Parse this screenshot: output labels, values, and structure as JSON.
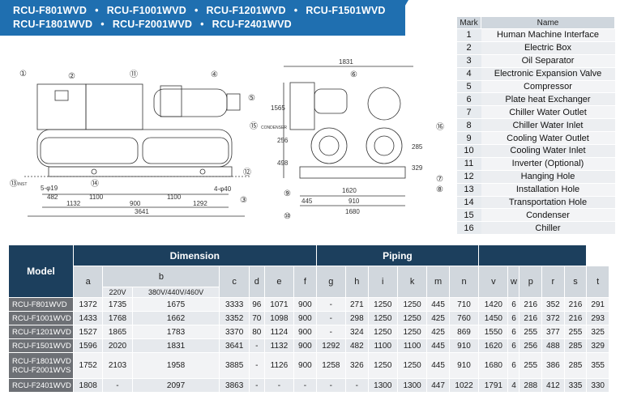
{
  "banner": {
    "line1": [
      "RCU-F801WVD",
      "RCU-F1001WVD",
      "RCU-F1201WVD",
      "RCU-F1501WVD"
    ],
    "line2": [
      "RCU-F1801WVD",
      "RCU-F2001WVD",
      "RCU-F2401WVD"
    ],
    "separator": "•"
  },
  "drawing": {
    "front_dims": [
      "5-φ19",
      "482",
      "1100",
      "1100",
      "4-φ40",
      "1132",
      "900",
      "1292",
      "3641"
    ],
    "front_labels": [
      "①",
      "②",
      "⑪",
      "④",
      "⑤",
      "⑬",
      "⑭",
      "⑫",
      "③"
    ],
    "inst_label": "INST",
    "side_dims": [
      "1831",
      "1620",
      "445",
      "910",
      "1680",
      "1565",
      "256",
      "498",
      "285",
      "329"
    ],
    "side_labels": [
      "⑥",
      "⑮",
      "⑯",
      "⑨",
      "⑩",
      "⑦",
      "⑧"
    ],
    "condenser_label": "CONDENSER"
  },
  "legend": {
    "headers": [
      "Mark",
      "Name"
    ],
    "rows": [
      [
        "1",
        "Human Machine Interface"
      ],
      [
        "2",
        "Electric Box"
      ],
      [
        "3",
        "Oil Separator"
      ],
      [
        "4",
        "Electronic Expansion Valve"
      ],
      [
        "5",
        "Compressor"
      ],
      [
        "6",
        "Plate heat Exchanger"
      ],
      [
        "7",
        "Chiller Water Outlet"
      ],
      [
        "8",
        "Chiller Water Inlet"
      ],
      [
        "9",
        "Cooling Water Outlet"
      ],
      [
        "10",
        "Cooling Water Inlet"
      ],
      [
        "11",
        "Inverter (Optional)"
      ],
      [
        "12",
        "Hanging Hole"
      ],
      [
        "13",
        "Installation Hole"
      ],
      [
        "14",
        "Transportation Hole"
      ],
      [
        "15",
        "Condenser"
      ],
      [
        "16",
        "Chiller"
      ]
    ]
  },
  "spec": {
    "model_header": "Model",
    "dimension_header": "Dimension",
    "piping_header": "Piping",
    "cols": [
      "a",
      "b",
      "c",
      "d",
      "e",
      "f",
      "g",
      "h",
      "i",
      "k",
      "m",
      "n",
      "v",
      "w",
      "p",
      "r",
      "s",
      "t"
    ],
    "b_sub": [
      "220V",
      "380V/440V/460V"
    ],
    "rows": [
      {
        "model": "RCU-F801WVD",
        "v": [
          "1372",
          "1735",
          "1675",
          "3333",
          "96",
          "1071",
          "900",
          "-",
          "271",
          "1250",
          "1250",
          "445",
          "710",
          "1420",
          "6",
          "216",
          "352",
          "216",
          "291"
        ]
      },
      {
        "model": "RCU-F1001WVD",
        "v": [
          "1433",
          "1768",
          "1662",
          "3352",
          "70",
          "1098",
          "900",
          "-",
          "298",
          "1250",
          "1250",
          "425",
          "760",
          "1450",
          "6",
          "216",
          "372",
          "216",
          "293"
        ]
      },
      {
        "model": "RCU-F1201WVD",
        "v": [
          "1527",
          "1865",
          "1783",
          "3370",
          "80",
          "1124",
          "900",
          "-",
          "324",
          "1250",
          "1250",
          "425",
          "869",
          "1550",
          "6",
          "255",
          "377",
          "255",
          "325"
        ]
      },
      {
        "model": "RCU-F1501WVD",
        "v": [
          "1596",
          "2020",
          "1831",
          "3641",
          "-",
          "1132",
          "900",
          "1292",
          "482",
          "1100",
          "1100",
          "445",
          "910",
          "1620",
          "6",
          "256",
          "488",
          "285",
          "329"
        ]
      },
      {
        "model": "RCU-F1801WVD",
        "model2": "RCU-F2001WVS",
        "v": [
          "1752",
          "2103",
          "1958",
          "3885",
          "-",
          "1126",
          "900",
          "1258",
          "326",
          "1250",
          "1250",
          "445",
          "910",
          "1680",
          "6",
          "255",
          "386",
          "285",
          "355"
        ]
      },
      {
        "model": "RCU-F2401WVD",
        "v": [
          "1808",
          "-",
          "2097",
          "3863",
          "-",
          "-",
          "-",
          "-",
          "-",
          "1300",
          "1300",
          "447",
          "1022",
          "1791",
          "4",
          "288",
          "412",
          "335",
          "330"
        ]
      }
    ]
  }
}
